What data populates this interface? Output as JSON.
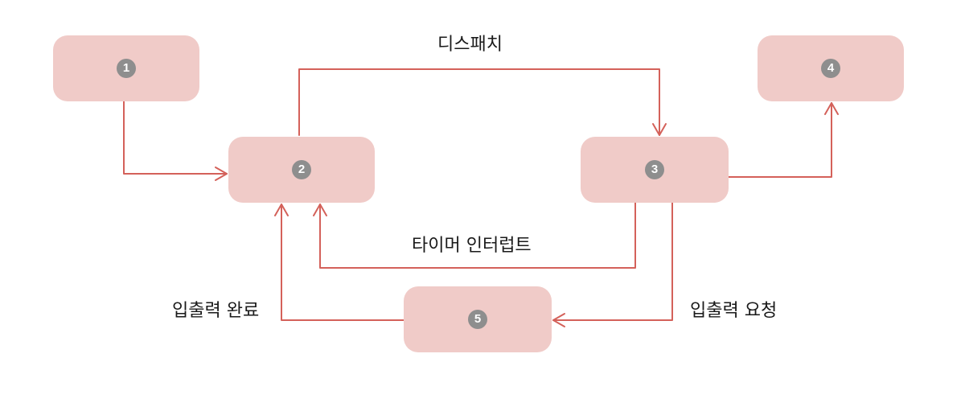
{
  "nodes": [
    {
      "id": "1",
      "number": "1"
    },
    {
      "id": "2",
      "number": "2"
    },
    {
      "id": "3",
      "number": "3"
    },
    {
      "id": "4",
      "number": "4"
    },
    {
      "id": "5",
      "number": "5"
    }
  ],
  "edges": {
    "dispatch": "디스패치",
    "timer_interrupt": "타이머 인터럽트",
    "io_complete": "입출력 완료",
    "io_request": "입출력 요청"
  },
  "colors": {
    "box_fill": "#f0cbc8",
    "arrow": "#d4615a",
    "badge": "#8e8e8e"
  }
}
